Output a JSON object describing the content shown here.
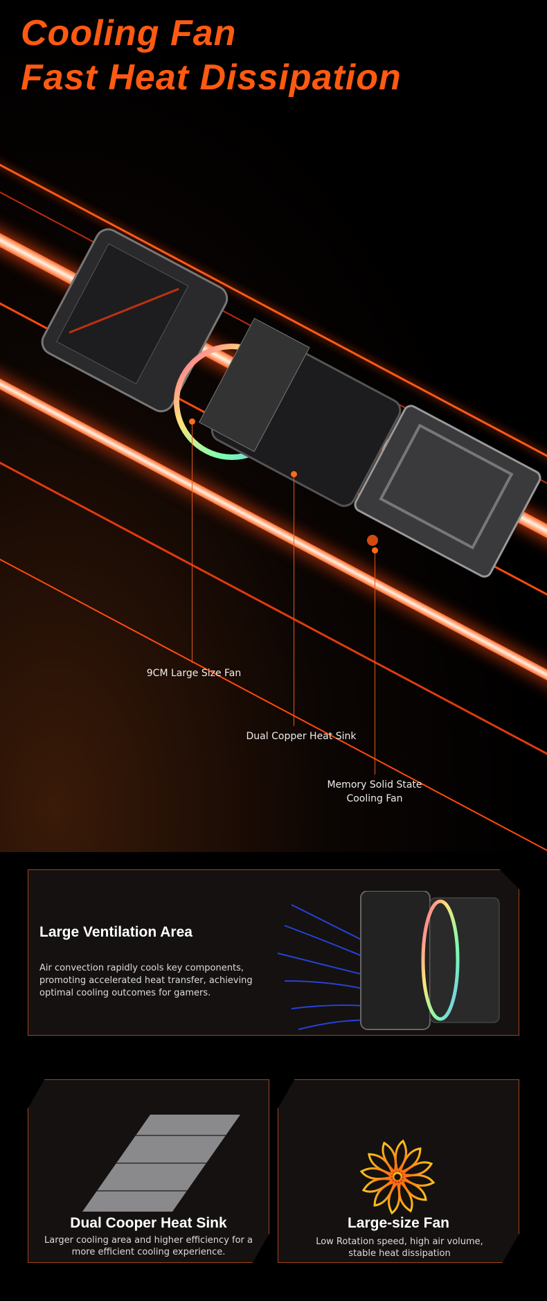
{
  "title": {
    "line1": "Cooling Fan",
    "line2": "Fast Heat Dissipation"
  },
  "callouts": {
    "fan": "9CM Large Size Fan",
    "heatsink": "Dual Copper Heat Sink",
    "memory_line1": "Memory Solid State",
    "memory_line2": "Cooling Fan"
  },
  "ventilation": {
    "heading": "Large Ventilation Area",
    "body": "Air convection rapidly cools key components, promoting accelerated heat transfer, achieving optimal cooling outcomes for gamers."
  },
  "heatsink_card": {
    "heading": "Dual Cooper Heat Sink",
    "body": "Larger cooling area and higher efficiency for a more efficient cooling experience."
  },
  "fan_card": {
    "heading": "Large-size Fan",
    "body": "Low Rotation speed, high air volume, stable heat dissipation"
  },
  "colors": {
    "accent": "#ff5a12",
    "panel_border": "#a3441a",
    "panel_bg": "#141110"
  }
}
